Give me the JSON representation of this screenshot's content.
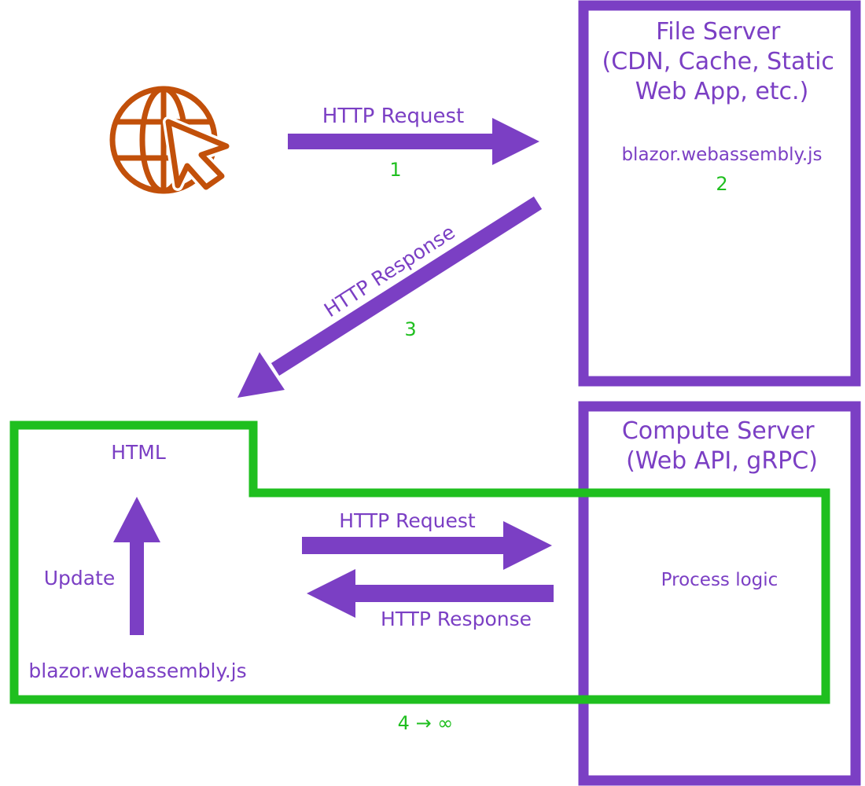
{
  "colors": {
    "purple": "#7b3fc4",
    "green": "#1fbf1f",
    "orange": "#c2500a",
    "background": "#ffffff"
  },
  "client": {
    "icon": "globe-cursor-icon"
  },
  "file_server": {
    "title_lines": [
      "File Server",
      "(CDN, Cache, Static",
      "Web App, etc.)"
    ],
    "file": "blazor.webassembly.js",
    "step": "2"
  },
  "request_1": {
    "label": "HTTP Request",
    "step": "1"
  },
  "response_3": {
    "label": "HTTP Response",
    "step": "3"
  },
  "client_app": {
    "html_label": "HTML",
    "update_label": "Update",
    "script_label": "blazor.webassembly.js"
  },
  "compute_server": {
    "title_lines": [
      "Compute Server",
      "(Web API, gRPC)"
    ],
    "process_label": "Process logic"
  },
  "loop_request": {
    "label": "HTTP Request"
  },
  "loop_response": {
    "label": "HTTP Response"
  },
  "loop_step": "4 → ∞"
}
